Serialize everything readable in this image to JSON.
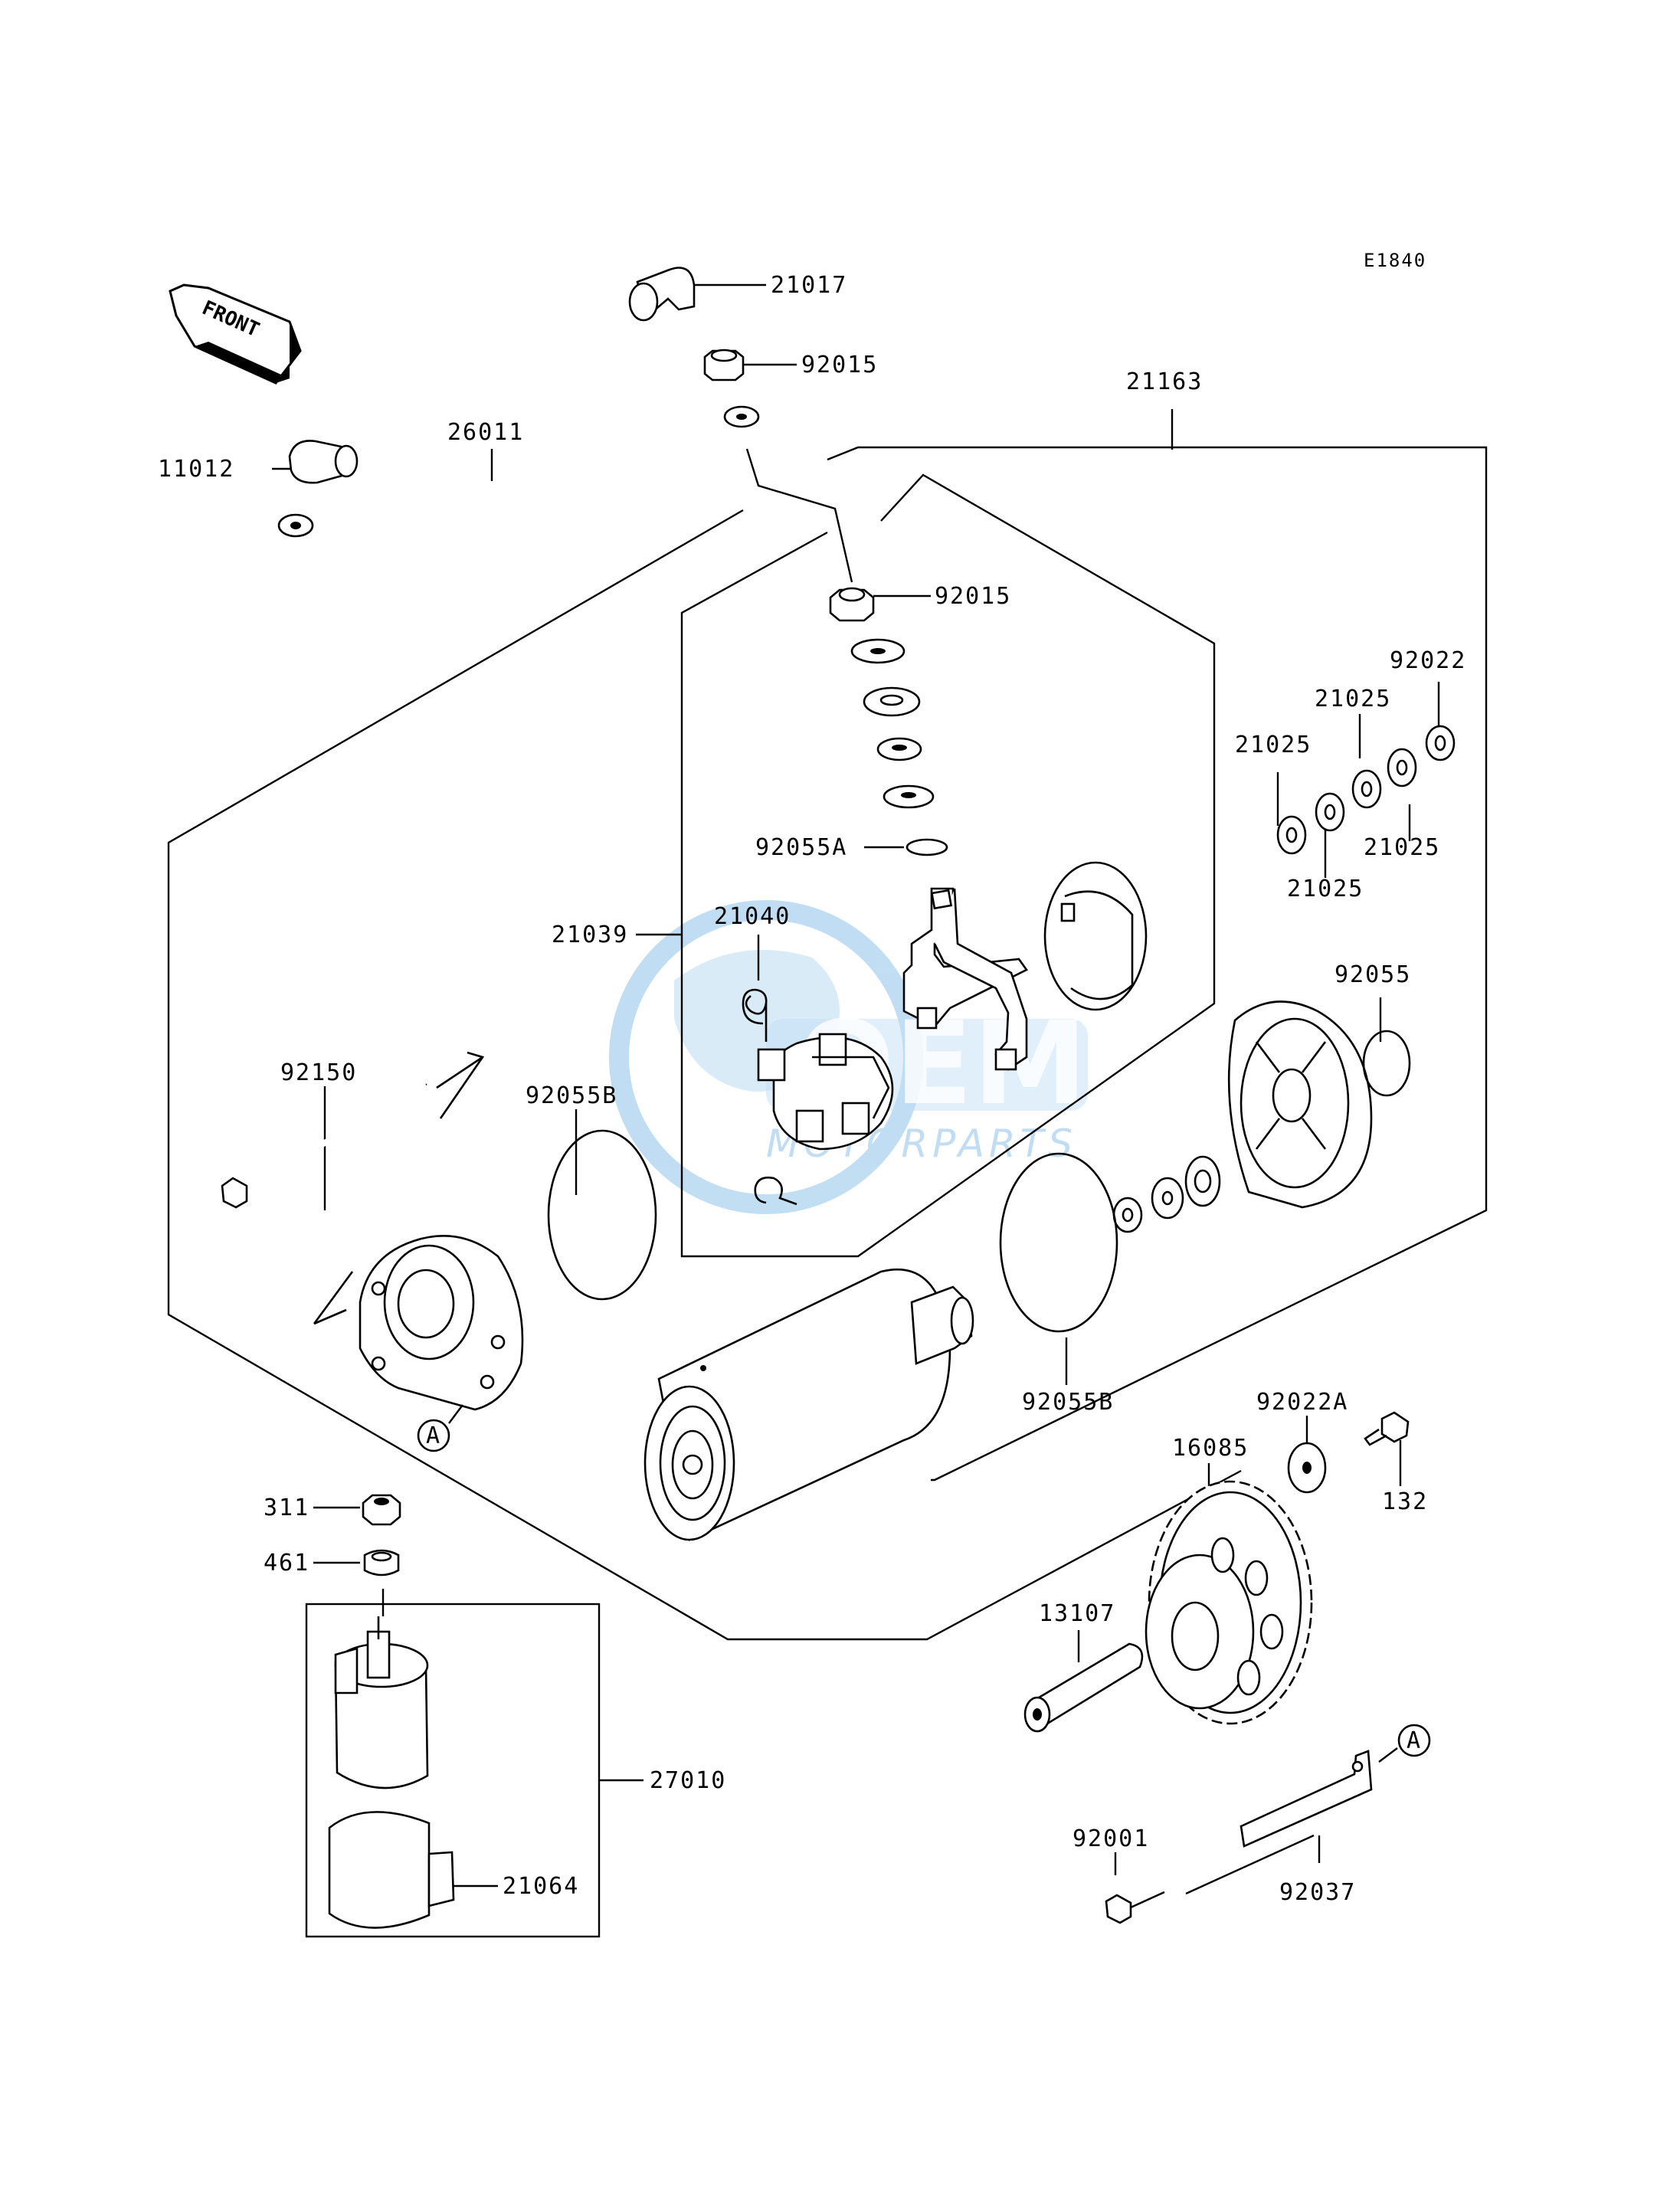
{
  "diagram": {
    "code": "E1840",
    "front_label": "FRONT",
    "reference_marker": "A",
    "watermark": {
      "brand": "OEM",
      "sub": "MOTORPARTS",
      "color": "#8ec3ea"
    },
    "parts": [
      {
        "id": "p21017",
        "number": "21017"
      },
      {
        "id": "p92015a",
        "number": "92015"
      },
      {
        "id": "p21163",
        "number": "21163"
      },
      {
        "id": "p26011",
        "number": "26011"
      },
      {
        "id": "p11012",
        "number": "11012"
      },
      {
        "id": "p92015b",
        "number": "92015"
      },
      {
        "id": "p92022",
        "number": "92022"
      },
      {
        "id": "p21025a",
        "number": "21025"
      },
      {
        "id": "p21025b",
        "number": "21025"
      },
      {
        "id": "p21025c",
        "number": "21025"
      },
      {
        "id": "p21025d",
        "number": "21025"
      },
      {
        "id": "p92055A",
        "number": "92055A"
      },
      {
        "id": "p21040",
        "number": "21040"
      },
      {
        "id": "p21039",
        "number": "21039"
      },
      {
        "id": "p92055",
        "number": "92055"
      },
      {
        "id": "p92150",
        "number": "92150"
      },
      {
        "id": "p92055Ba",
        "number": "92055B"
      },
      {
        "id": "p92055Bb",
        "number": "92055B"
      },
      {
        "id": "p92022A",
        "number": "92022A"
      },
      {
        "id": "p16085",
        "number": "16085"
      },
      {
        "id": "p132",
        "number": "132"
      },
      {
        "id": "p311",
        "number": "311"
      },
      {
        "id": "p461",
        "number": "461"
      },
      {
        "id": "p13107",
        "number": "13107"
      },
      {
        "id": "p27010",
        "number": "27010"
      },
      {
        "id": "p21064",
        "number": "21064"
      },
      {
        "id": "p92001",
        "number": "92001"
      },
      {
        "id": "p92037",
        "number": "92037"
      }
    ]
  }
}
